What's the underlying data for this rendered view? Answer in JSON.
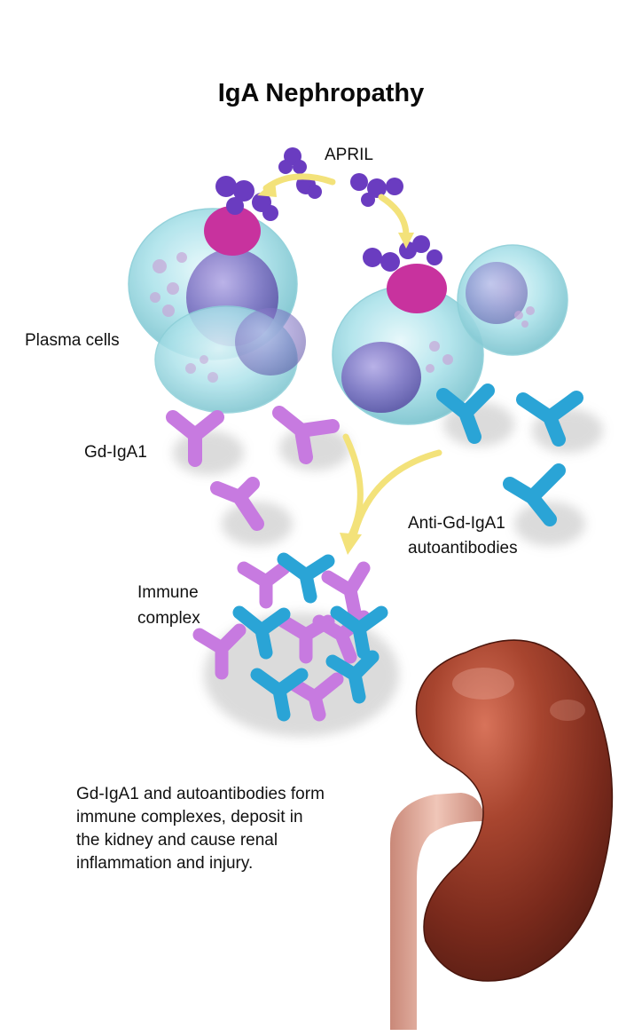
{
  "title": "IgA Nephropathy",
  "labels": {
    "april": "APRIL",
    "plasma_cells": "Plasma cells",
    "gd_iga1": "Gd-IgA1",
    "anti_line1": "Anti-Gd-IgA1",
    "anti_line2": "autoantibodies",
    "immune_line1": "Immune",
    "immune_line2": "complex"
  },
  "description": {
    "lines": [
      "Gd-IgA1 and autoantibodies form",
      "immune complexes, deposit in",
      "the kidney and cause renal",
      "inflammation and injury."
    ]
  },
  "colors": {
    "background": "#ffffff",
    "plasma_cell": "#a9e2ea",
    "nucleus": "#7d6fc2",
    "april_protein": "#6a3cc0",
    "receptor": "#c8329e",
    "gd_iga1": "#c77ae0",
    "autoantibody": "#2aa4d6",
    "arrow": "#f3e27a",
    "kidney": "#9a3a28",
    "ureter": "#e7b3a4"
  }
}
